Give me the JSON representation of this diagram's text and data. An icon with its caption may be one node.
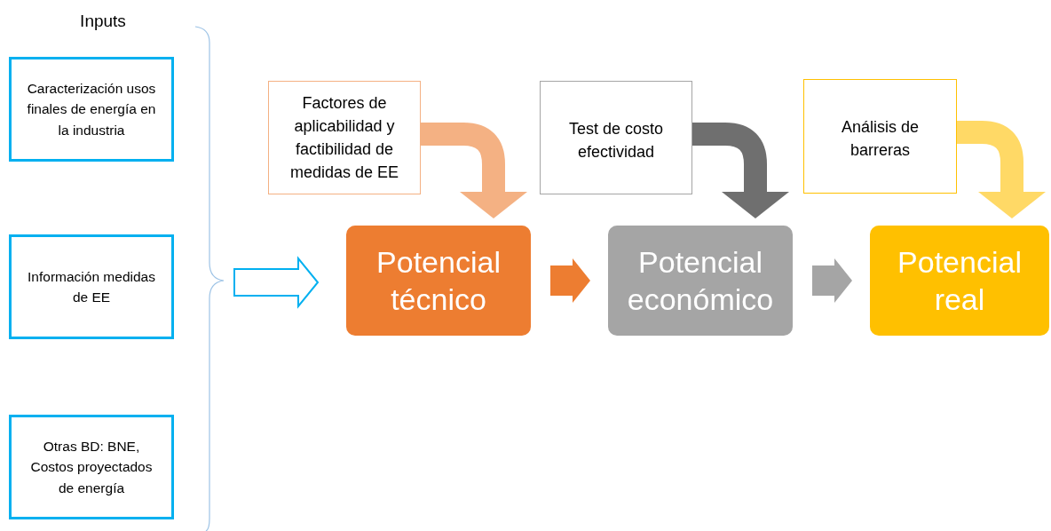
{
  "diagram": {
    "nodes": [
      {
        "text": [
          "Caracterización usos finales de energía en la industria"
        ]
      },
      {
        "text": [
          "Información medidas de EE"
        ]
      },
      {
        "text": [
          "Otras BD: BNE, Costos proyectados de energía"
        ]
      },
      {
        "text": [
          "Factores de aplicabilidad y factibilidad de medidas de EE"
        ]
      },
      {
        "text": [
          "Test de costo efectividad"
        ]
      },
      {
        "text": [
          "Análisis de barreras"
        ]
      },
      {
        "text": [
          "Potencial técnico"
        ]
      },
      {
        "text": [
          "Potencial económico"
        ]
      },
      {
        "text": [
          "Potencial real"
        ]
      }
    ],
    "edges": [
      {
        "from": null,
        "to": 6,
        "arrow": "to",
        "color": "#00b0f0"
      },
      {
        "from": 3,
        "to": 6,
        "arrow": "to",
        "color": "#f4b183"
      },
      {
        "from": 4,
        "to": 7,
        "arrow": "to",
        "color": "#6f6f6f"
      },
      {
        "from": 5,
        "to": 8,
        "arrow": "to",
        "color": "#ffd966"
      },
      {
        "from": 6,
        "to": 7,
        "arrow": "to",
        "color": "#ed7d31"
      },
      {
        "from": 7,
        "to": 8,
        "arrow": "to",
        "color": "#a5a5a5"
      }
    ],
    "labels": [
      "Inputs"
    ]
  }
}
